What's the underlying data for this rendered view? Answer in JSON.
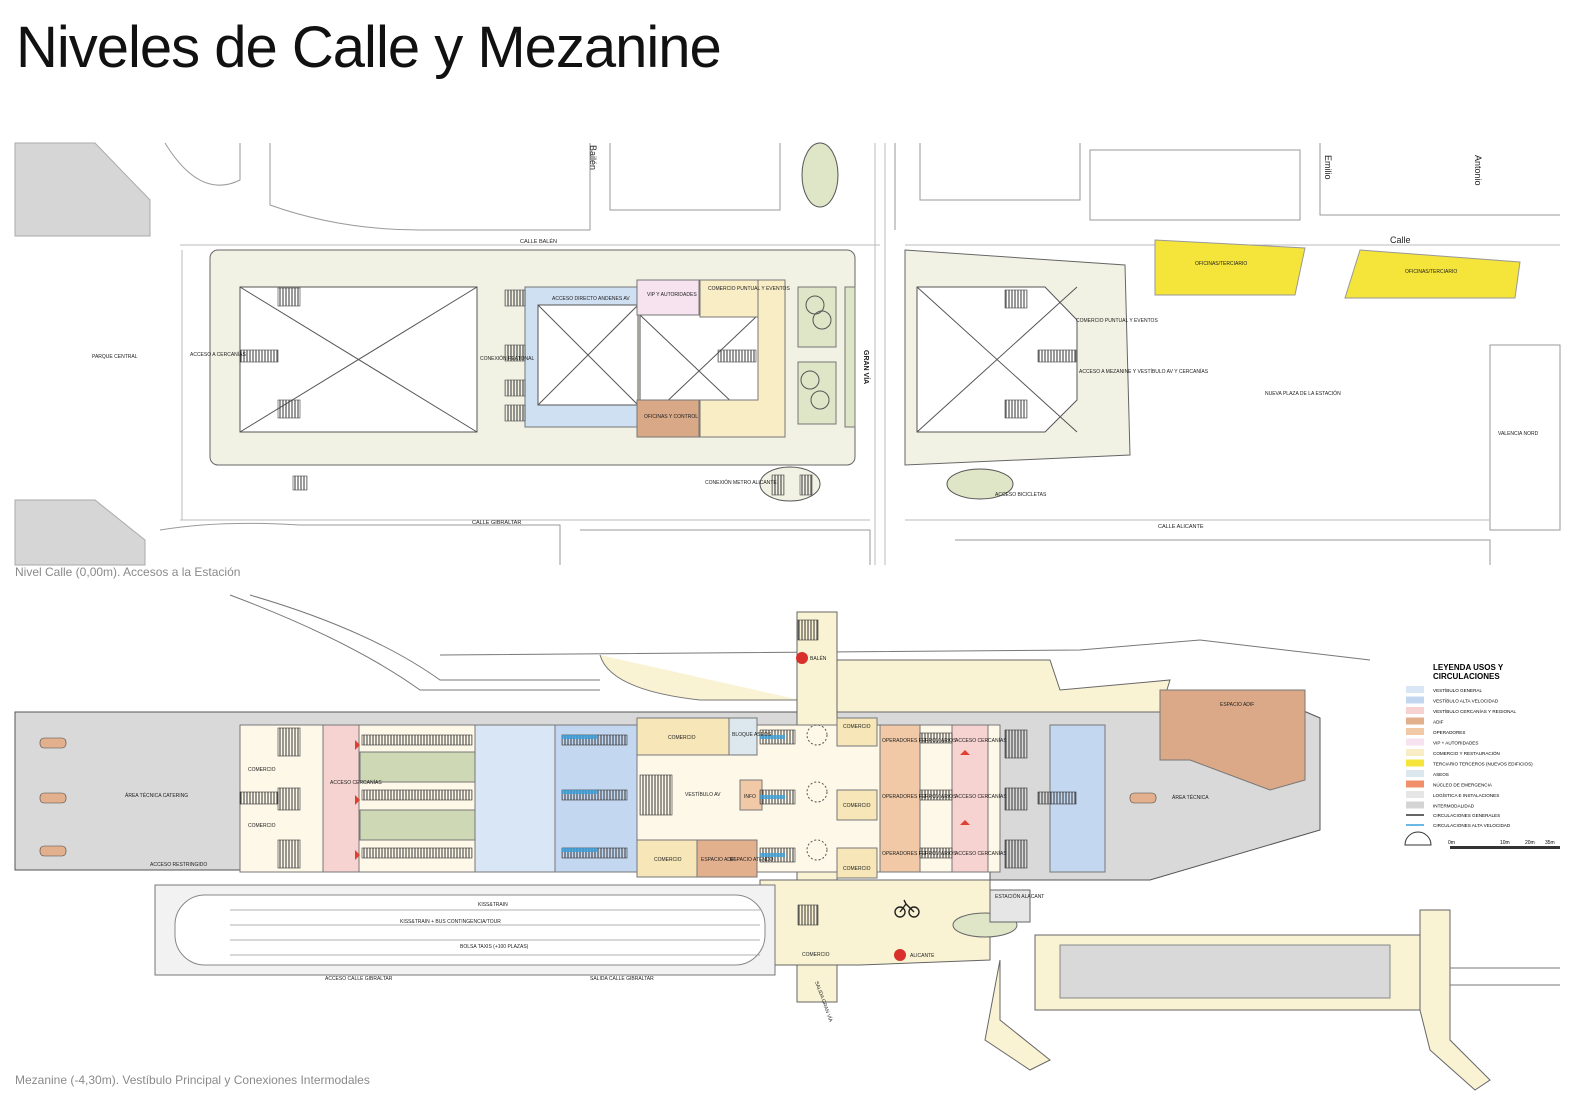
{
  "title": "Niveles de Calle y Mezanine",
  "captions": {
    "street": "Nivel Calle (0,00m). Accesos a la Estación",
    "mezzanine": "Mezanine (-4,30m). Vestíbulo Principal y Conexiones Intermodales"
  },
  "street_labels": {
    "calle_balen": "CALLE BALÉN",
    "calle_gibraltar": "CALLE GIBRALTAR",
    "calle_alicante": "CALLE ALICANTE",
    "calle": "Calle",
    "gran_via": "GRAN VÍA",
    "parque_central": "PARQUE CENTRAL",
    "acceso_cercanias": "ACCESO A CERCANÍAS",
    "conexion_peatonal": "CONEXIÓN PEATONAL",
    "acceso_directo": "ACCESO DIRECTO ANDENES AV",
    "vip": "VIP Y AUTORIDADES",
    "comercio_puntual": "COMERCIO PUNTUAL Y EVENTOS",
    "oficinas_control": "OFICINAS Y CONTROL",
    "conexion_metro": "CONEXIÓN METRO ALICANTE",
    "comercio_puntual_2": "COMERCIO PUNTUAL Y EVENTOS",
    "acceso_mezanine": "ACCESO A MEZANINE Y VESTÍBULO AV Y CERCANÍAS",
    "nueva_plaza": "NUEVA PLAZA DE LA ESTACIÓN",
    "acceso_bicicletas": "ACCESO BICICLETAS",
    "oficinas_1": "OFICINAS/TERCIARIO",
    "oficinas_2": "OFICINAS/TERCIARIO",
    "valencia_nord": "VALENCIA NORD",
    "antonio": "Antonio",
    "emilio": "Emilio",
    "bailen": "Bailén"
  },
  "mezz_labels": {
    "area_tecnica_catering": "ÁREA TÉCNICA CATERING",
    "acceso_restringido": "ACCESO RESTRINGIDO",
    "comercio_a": "COMERCIO",
    "comercio_b": "COMERCIO",
    "acceso_cercanias": "ACCESO CERCANÍAS",
    "comercio_top": "COMERCIO",
    "bloque_aseos": "BLOQUE ASEOS",
    "vestibulo_av": "VESTÍBULO AV",
    "info": "INFO",
    "comercio_bottom": "COMERCIO",
    "espacio_adif": "ESPACIO ADIF",
    "espacio_atendo": "ESPACIO ATENDO",
    "comercio_r1": "COMERCIO",
    "comercio_r2": "COMERCIO",
    "comercio_r3": "COMERCIO",
    "operadores_1": "OPERADORES FERROVIARIOS",
    "operadores_2": "OPERADORES FERROVIARIOS",
    "operadores_3": "OPERADORES FERROVIARIOS",
    "acceso_cerc_1": "ACCESO CERCANÍAS",
    "acceso_cerc_2": "ACCESO CERCANÍAS",
    "acceso_cerc_3": "ACCESO CERCANÍAS",
    "area_tecnica": "ÁREA TÉCNICA",
    "espacio_adif_r": "ESPACIO ADIF",
    "balen": "BALÉN",
    "alicante": "ALICANTE",
    "estacion_alacant": "ESTACIÓN ALACANT",
    "kiss_train": "KISS&TRAIN",
    "kiss_bus": "KISS&TRAIN + BUS CONTINGENCIA/TOUR",
    "bolsa_taxis": "BOLSA TAXIS (+100 PLAZAS)",
    "acceso_calle_gibraltar": "ACCESO CALLE GIBRALTAR",
    "salida_calle_gibraltar": "SALIDA CALLE GIBRALTAR",
    "comercio_sw": "COMERCIO",
    "salida_gran_via": "SALIDA GRAN VÍA"
  },
  "legend": {
    "title_1": "LEYENDA USOS Y",
    "title_2": "CIRCULACIONES",
    "items": [
      {
        "label": "VESTÍBULO GENERAL",
        "color": "#d9e6f5"
      },
      {
        "label": "VESTÍBULO ALTA VELOCIDAD",
        "color": "#c3d8f0"
      },
      {
        "label": "VESTÍBULO CERCANÍAS Y REGIONAL",
        "color": "#f6d3d0"
      },
      {
        "label": "ADIF",
        "color": "#e3b08e"
      },
      {
        "label": "OPERADORES",
        "color": "#f1c9a6"
      },
      {
        "label": "VIP + AUTORIDADES",
        "color": "#f6e3ef"
      },
      {
        "label": "COMERCIO Y RESTAURACIÓN",
        "color": "#f9edc6"
      },
      {
        "label": "TERCIARIO TERCEROS (NUEVOS EDIFICIOS)",
        "color": "#f5e43a"
      },
      {
        "label": "ASEOS",
        "color": "#dce8ee"
      },
      {
        "label": "NÚCLEO DE EMERGENCIA",
        "color": "#f08f6a"
      },
      {
        "label": "LOGÍSTICA E INSTALACIONES",
        "color": "#e6e6e6"
      },
      {
        "label": "INTERMODALIDAD",
        "color": "#d4d4d4"
      }
    ],
    "lines": [
      {
        "label": "CIRCULACIONES GENERALES",
        "color": "#333333"
      },
      {
        "label": "CIRCULACIONES ALTA VELOCIDAD",
        "color": "#3aa0dc"
      }
    ],
    "scale": [
      "0m",
      "10m",
      "20m",
      "35m"
    ]
  }
}
